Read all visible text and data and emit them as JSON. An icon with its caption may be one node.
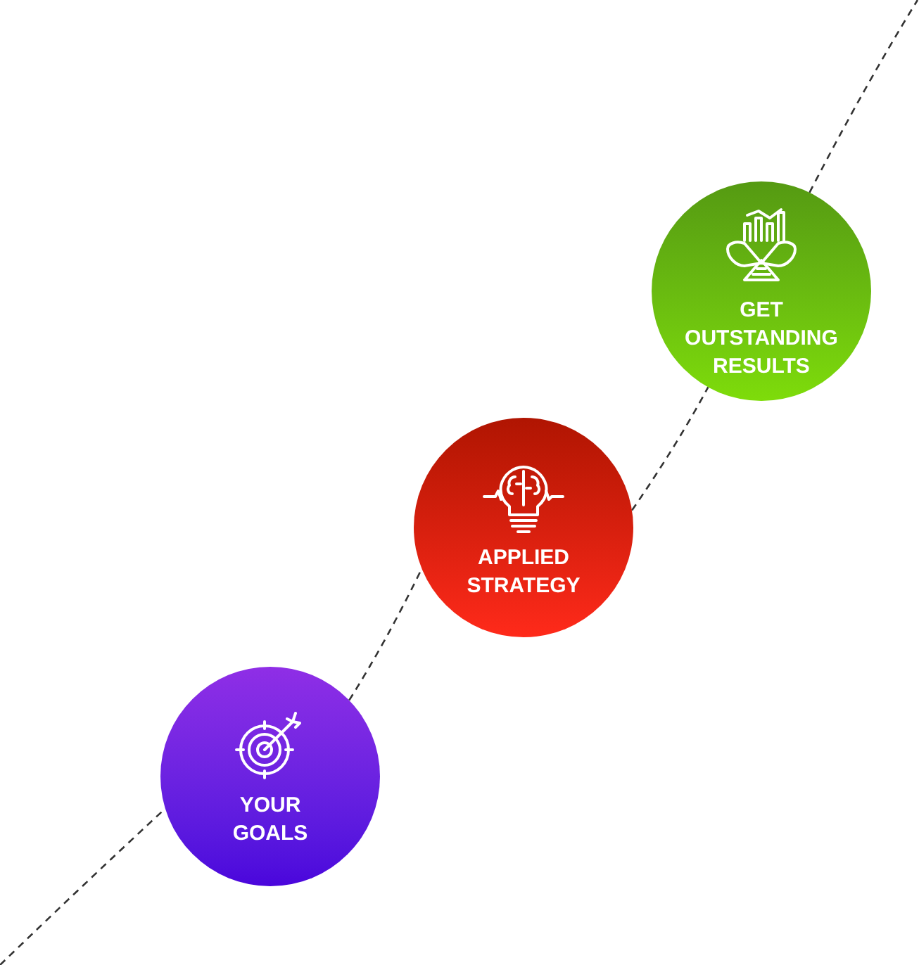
{
  "diagram": {
    "nodes": [
      {
        "text": [
          "YOUR GOALS"
        ]
      },
      {
        "text": [
          "APPLIED STRATEGY"
        ]
      },
      {
        "text": [
          "GET OUTSTANDING RESULTS"
        ]
      }
    ],
    "edges": [
      {
        "from": null,
        "to": 0,
        "arrow": "none",
        "style": "dashed"
      },
      {
        "from": 0,
        "to": 1,
        "arrow": "none",
        "style": "dashed"
      },
      {
        "from": 1,
        "to": 2,
        "arrow": "none",
        "style": "dashed"
      },
      {
        "from": 2,
        "to": null,
        "arrow": "none",
        "style": "dashed"
      }
    ]
  }
}
